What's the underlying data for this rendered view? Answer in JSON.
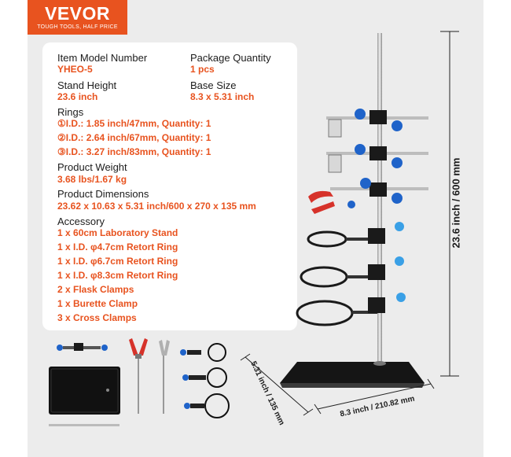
{
  "brand": {
    "name": "VEVOR",
    "tagline": "TOUGH TOOLS, HALF PRICE"
  },
  "specs": {
    "item_model_label": "Item Model Number",
    "item_model_value": "YHEO-5",
    "package_qty_label": "Package Quantity",
    "package_qty_value": "1 pcs",
    "stand_height_label": "Stand Height",
    "stand_height_value": "23.6 inch",
    "base_size_label": "Base Size",
    "base_size_value": "8.3 x 5.31 inch",
    "rings_label": "Rings",
    "rings": [
      "①I.D.: 1.85 inch/47mm, Quantity: 1",
      "②I.D.: 2.64 inch/67mm, Quantity: 1",
      "③I.D.: 3.27 inch/83mm, Quantity: 1"
    ],
    "weight_label": "Product Weight",
    "weight_value": "3.68 lbs/1.67 kg",
    "dimensions_label": "Product Dimensions",
    "dimensions_value": "23.62 x 10.63 x 5.31 inch/600 x 270 x 135 mm",
    "accessory_label": "Accessory",
    "accessories": [
      "1 x 60cm Laboratory Stand",
      "1 x I.D. φ4.7cm Retort Ring",
      "1 x I.D. φ6.7cm Retort Ring",
      "1 x I.D. φ8.3cm Retort Ring",
      "2 x Flask Clamps",
      "1 x Burette Clamp",
      "3 x Cross Clamps"
    ]
  },
  "dimensions": {
    "height": "23.6 inch / 600 mm",
    "width": "8.3 inch / 210.82 mm",
    "depth": "5.31 inch / 135 mm"
  },
  "colors": {
    "accent": "#e8531f",
    "clamp_blue": "#1f63c9",
    "ring_black": "#1a1a1a",
    "gripper_red": "#d6322a"
  }
}
